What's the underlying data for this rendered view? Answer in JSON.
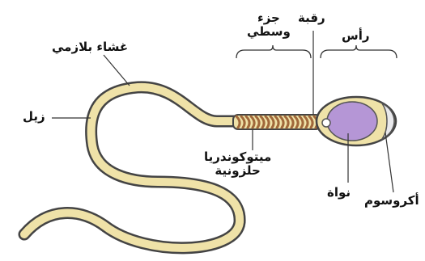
{
  "labels": {
    "plasma_membrane": "غشاء بلازمي",
    "tail": "زيل",
    "middle_piece_line1": "جزء",
    "middle_piece_line2": "وسطي",
    "neck": "رقبة",
    "head": "رأس",
    "mitochondria_line1": "ميتوكوندريا",
    "mitochondria_line2": "حلزونية",
    "nucleus": "نواة",
    "acrosome": "أكروسوم"
  },
  "colors": {
    "tail_fill": "#efe2a8",
    "outline": "#444444",
    "mitochondria": "#a0683a",
    "nucleus": "#b596d6",
    "acrosome": "#e9e9ec",
    "leader": "#333333"
  }
}
